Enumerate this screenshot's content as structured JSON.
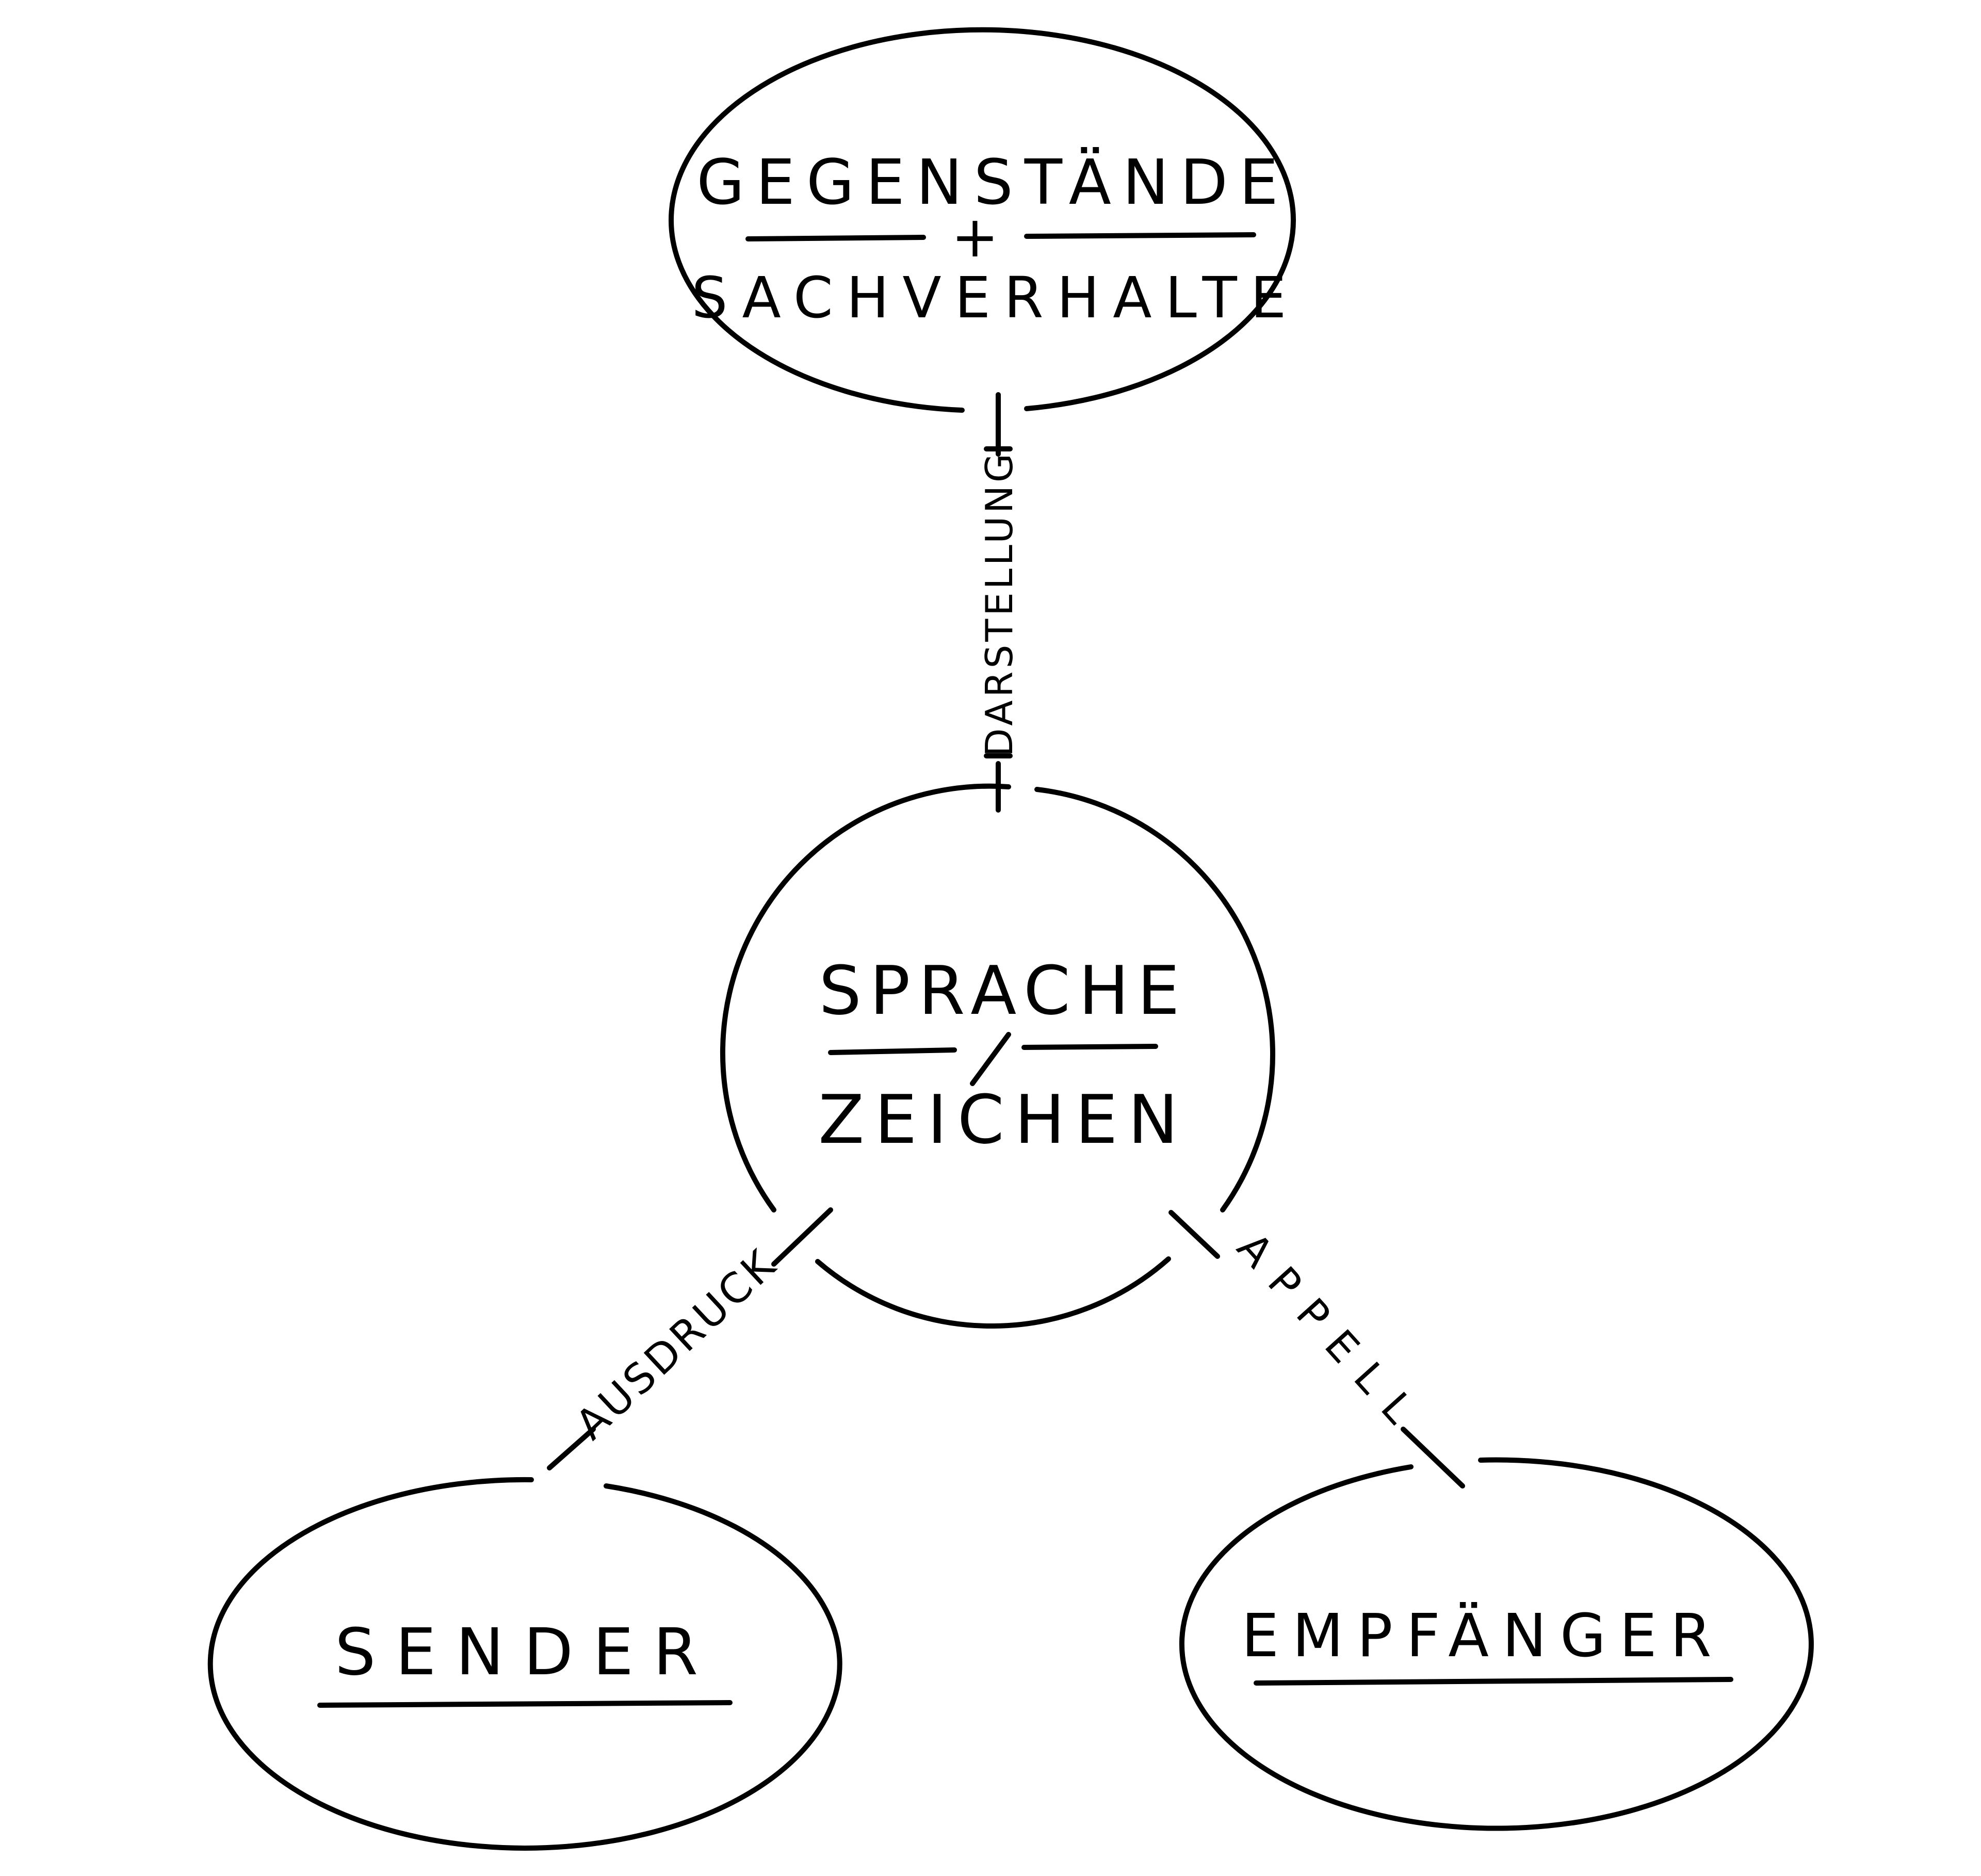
{
  "diagram": {
    "title": "Organon model",
    "nodes": {
      "objects": {
        "line1": "GEGENSTÄNDE",
        "separator": "+",
        "line2": "SACHVERHALTE"
      },
      "center": {
        "line1": "SPRACHE",
        "separator": "/",
        "line2": "ZEICHEN"
      },
      "sender": {
        "label": "SENDER"
      },
      "receiver": {
        "label": "EMPFÄNGER"
      }
    },
    "edges": [
      {
        "from": "center",
        "to": "objects",
        "label": "DARSTELLUNG"
      },
      {
        "from": "center",
        "to": "sender",
        "label": "AUSDRUCK"
      },
      {
        "from": "center",
        "to": "receiver",
        "label": "APPELL"
      }
    ],
    "colors": {
      "ink": "#000000",
      "paper": "#ffffff"
    }
  }
}
